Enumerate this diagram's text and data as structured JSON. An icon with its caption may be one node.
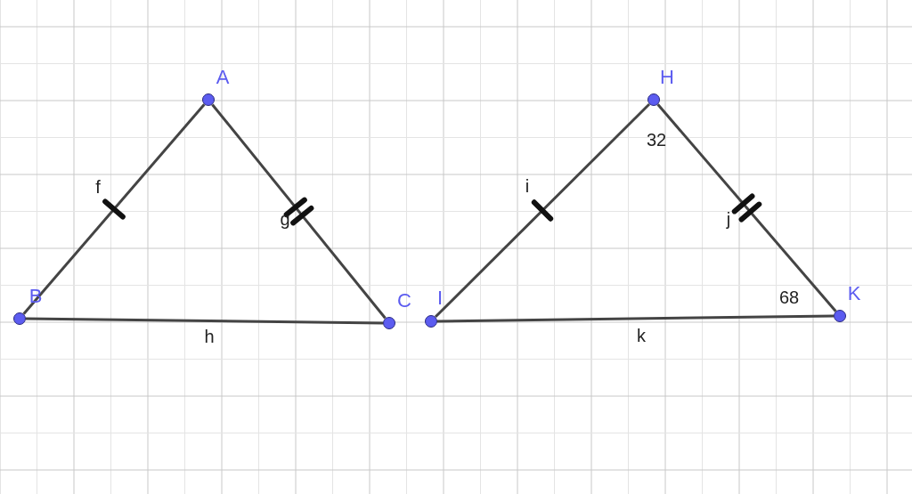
{
  "diagram": {
    "nodes": [
      {
        "text": [],
        "shape": "circle",
        "beside": [
          "A"
        ]
      },
      {
        "text": [],
        "shape": "circle",
        "beside": [
          "B"
        ]
      },
      {
        "text": [],
        "shape": "circle",
        "beside": [
          "C"
        ]
      },
      {
        "text": [],
        "shape": "circle",
        "beside": [
          "H"
        ]
      },
      {
        "text": [],
        "shape": "circle",
        "beside": [
          "I"
        ]
      },
      {
        "text": [],
        "shape": "circle",
        "beside": [
          "K"
        ]
      }
    ],
    "edges": [
      {
        "from": 1,
        "to": 0,
        "arrow": "none",
        "label": "f"
      },
      {
        "from": 0,
        "to": 2,
        "arrow": "none",
        "label": "g"
      },
      {
        "from": 1,
        "to": 2,
        "arrow": "none",
        "label": "h"
      },
      {
        "from": 4,
        "to": 3,
        "arrow": "none",
        "label": "i"
      },
      {
        "from": 3,
        "to": 5,
        "arrow": "none",
        "label": "j"
      },
      {
        "from": 4,
        "to": 5,
        "arrow": "none",
        "label": "k"
      }
    ],
    "labels": [
      "32",
      "68"
    ]
  }
}
